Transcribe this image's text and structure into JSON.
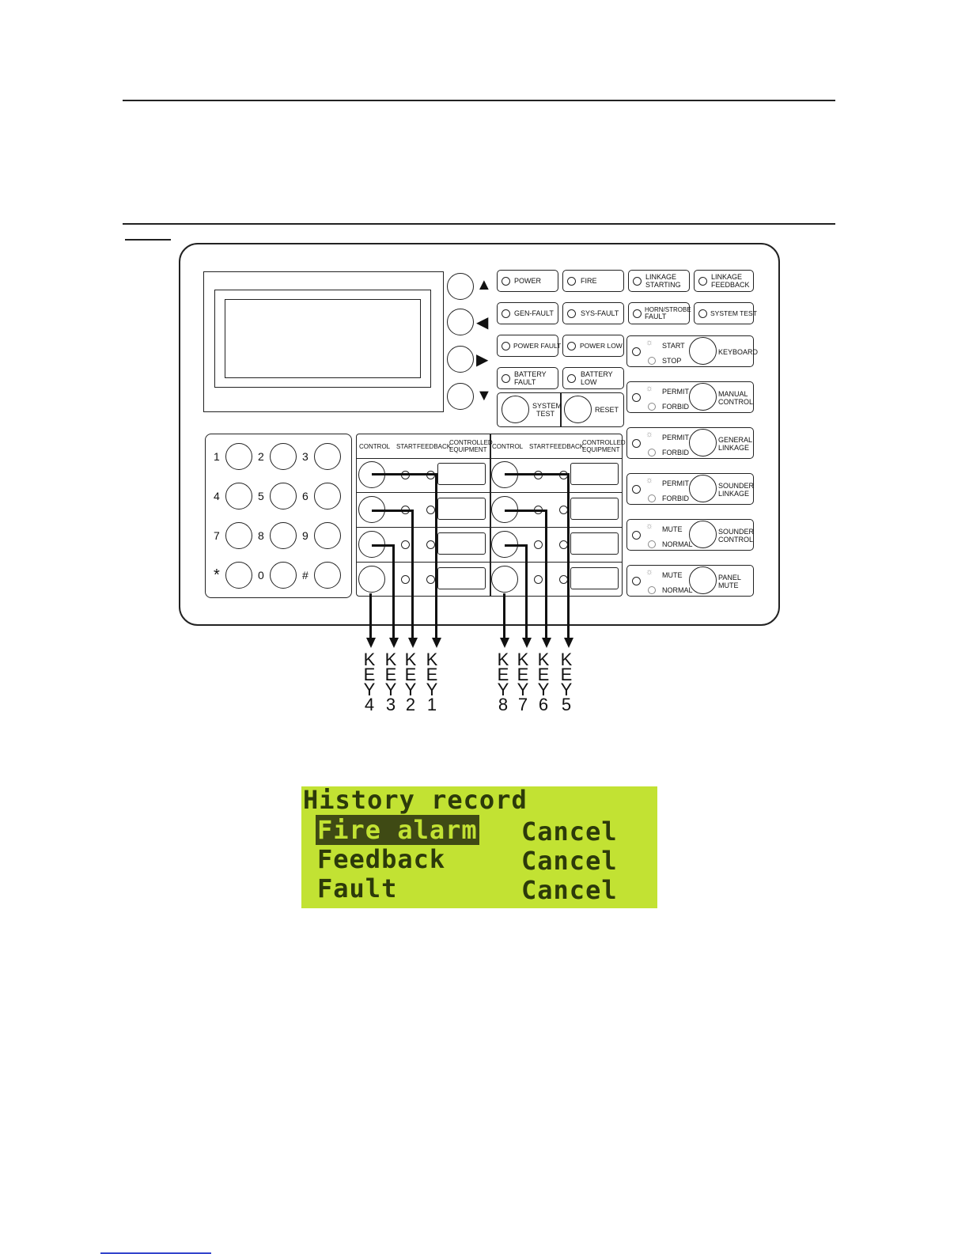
{
  "nav": {
    "up_arrow": "▲",
    "left_arrow": "◀",
    "right_arrow": "▶",
    "down_arrow": "▼"
  },
  "indicators": {
    "power": "POWER",
    "fire": "FIRE",
    "linkage_starting": [
      "LINKAGE",
      "STARTING"
    ],
    "linkage_feedback": [
      "LINKAGE",
      "FEEDBACK"
    ],
    "gen_fault": "GEN-FAULT",
    "sys_fault": "SYS-FAULT",
    "horn_strobe_fault": [
      "HORN/STROBE",
      "FAULT"
    ],
    "system_test": "SYSTEM TEST",
    "power_fault": "POWER FAULT",
    "power_low": "POWER LOW",
    "battery_fault": [
      "BATTERY",
      "FAULT"
    ],
    "battery_low": [
      "BATTERY",
      "LOW"
    ]
  },
  "buttons": {
    "system_test": [
      "SYSTEM",
      "TEST"
    ],
    "reset": "RESET"
  },
  "control_panels": [
    {
      "on": "START",
      "off": "STOP",
      "label": [
        "",
        "KEYBOARD"
      ]
    },
    {
      "on": "PERMIT",
      "off": "FORBID",
      "label": [
        "MANUAL",
        "CONTROL"
      ]
    },
    {
      "on": "PERMIT",
      "off": "FORBID",
      "label": [
        "GENERAL",
        "LINKAGE"
      ]
    },
    {
      "on": "PERMIT",
      "off": "FORBID",
      "label": [
        "SOUNDER",
        "LINKAGE"
      ]
    },
    {
      "on": "MUTE",
      "off": "NORMAL",
      "label": [
        "SOUNDER",
        "CONTROL"
      ]
    },
    {
      "on": "MUTE",
      "off": "NORMAL",
      "label": [
        "PANEL",
        "MUTE"
      ]
    }
  ],
  "keypad": [
    "1",
    "2",
    "3",
    "4",
    "5",
    "6",
    "7",
    "8",
    "9",
    "*",
    "0",
    "#"
  ],
  "table_headers": {
    "control": "CONTROL",
    "start": "START",
    "feedback": "FEEDBACK",
    "controlled_equipment": [
      "CONTROLLED",
      "EQUIPMENT"
    ]
  },
  "key_labels": {
    "left": [
      "4",
      "3",
      "2",
      "1"
    ],
    "right": [
      "8",
      "7",
      "6",
      "5"
    ],
    "letters": [
      "K",
      "E",
      "Y"
    ]
  },
  "lcd_screen": {
    "title": "History record",
    "rows": [
      {
        "item": "Fire alarm",
        "action": "Cancel",
        "selected": true
      },
      {
        "item": "Feedback",
        "action": "Cancel",
        "selected": false
      },
      {
        "item": "Fault",
        "action": "Cancel",
        "selected": false
      }
    ]
  }
}
